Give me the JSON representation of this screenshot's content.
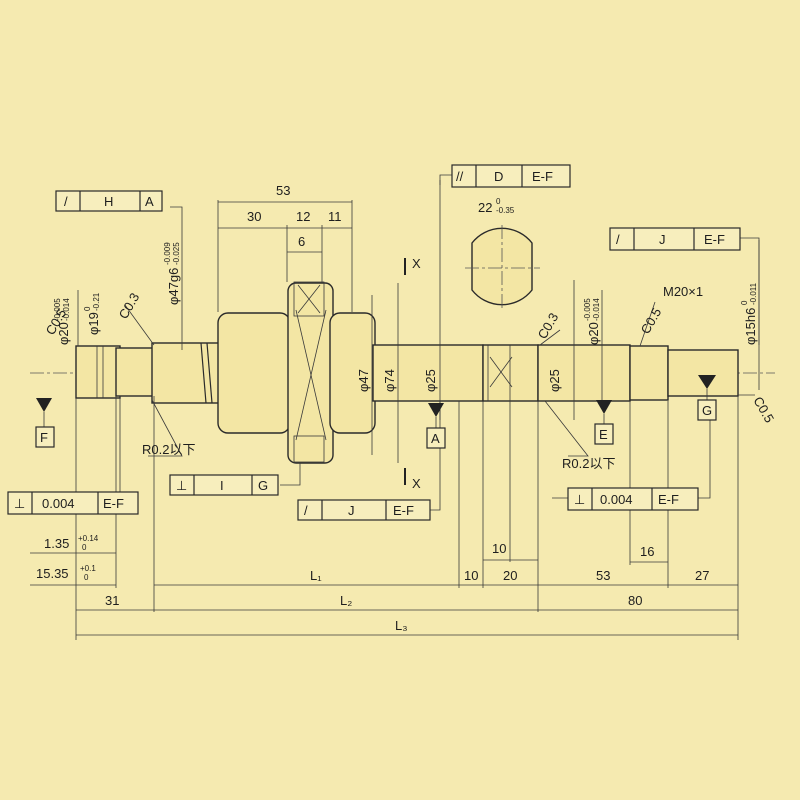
{
  "frames": {
    "runout_h": [
      "/",
      "H",
      "A"
    ],
    "runout_d": [
      "//",
      "D",
      "E-F"
    ],
    "runout_j_top": [
      "/",
      "J",
      "E-F"
    ],
    "perp_left": [
      "⊥",
      "0.004",
      "E-F"
    ],
    "perp_i": [
      "⊥",
      "I",
      "G"
    ],
    "runout_j_bottom": [
      "/",
      "J",
      "E-F"
    ],
    "perp_right": [
      "⊥",
      "0.004",
      "E-F"
    ]
  },
  "datums": [
    "F",
    "A",
    "E",
    "G"
  ],
  "section_marks": {
    "x_top": "X",
    "x_bottom": "X"
  },
  "dims": {
    "nut_total": "53",
    "nut_30": "30",
    "nut_12": "12",
    "nut_11": "11",
    "nut_6": "6",
    "flat": "22",
    "flat_tol_upper": "0",
    "flat_tol_lower": "-0.35",
    "d20_left": "φ20",
    "d20_left_tol_upper": "-0.005",
    "d20_left_tol_lower": "-0.014",
    "d19": "φ19",
    "d19_tol_upper": "0",
    "d19_tol_lower": "-0.21",
    "d47g6": "φ47g6",
    "d47g6_tol_upper": "-0.009",
    "d47g6_tol_lower": "-0.025",
    "d47": "φ47",
    "d74": "φ74",
    "d25_a": "φ25",
    "d25_b": "φ25",
    "d20_right": "φ20",
    "d20_right_tol_upper": "-0.005",
    "d20_right_tol_lower": "-0.014",
    "d15h6": "φ15h6",
    "d15h6_tol_upper": "0",
    "d15h6_tol_lower": "-0.011",
    "m20": "M20×1",
    "c05_a": "C0.5",
    "c03_a": "C0.3",
    "c03_b": "C0.3",
    "c05_b": "C0.5",
    "c05_c": "C0.5",
    "r02_left": "R0.2以下",
    "r02_right": "R0.2以下",
    "dim_135": "1.35",
    "dim_135_tol_upper": "+0.14",
    "dim_135_tol_lower": "0",
    "dim_1535": "15.35",
    "dim_1535_tol_upper": "+0.1",
    "dim_1535_tol_lower": "0",
    "dim_31": "31",
    "dim_10a": "10",
    "dim_10b": "10",
    "dim_20": "20",
    "dim_53": "53",
    "dim_27": "27",
    "dim_16": "16",
    "dim_80": "80",
    "l1": "L₁",
    "l2": "L₂",
    "l3": "L₃"
  }
}
